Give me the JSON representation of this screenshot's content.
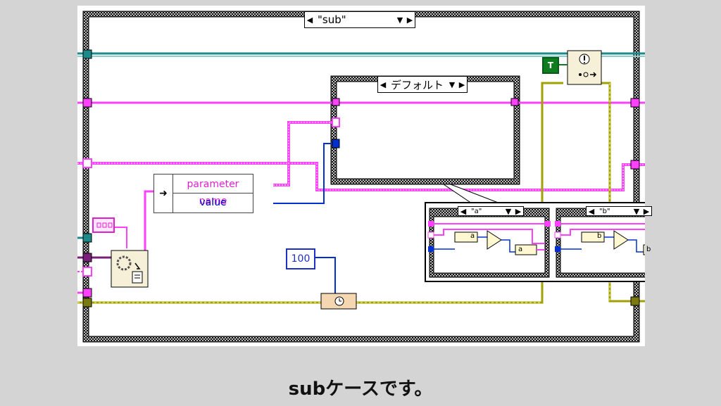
{
  "case_structure": {
    "selector_value": "\"sub\"",
    "inner_case_selector": "デフォルト",
    "sub_cases": [
      {
        "selector": "\"a\"",
        "bundle_label": "a",
        "output_label": "a"
      },
      {
        "selector": "\"b\"",
        "bundle_label": "b",
        "output_label": "b"
      }
    ]
  },
  "unbundle_cluster": {
    "field_1": "parameter name",
    "field_2": "value"
  },
  "constants": {
    "wait_ms": "100",
    "boolean_true": "T"
  },
  "caption": "subケースです。",
  "colors": {
    "string_wire": "#ff40ff",
    "cluster_wire": "#a0a000",
    "numeric_wire": "#0030d0",
    "refnum_wire": "#1c8a8a"
  }
}
